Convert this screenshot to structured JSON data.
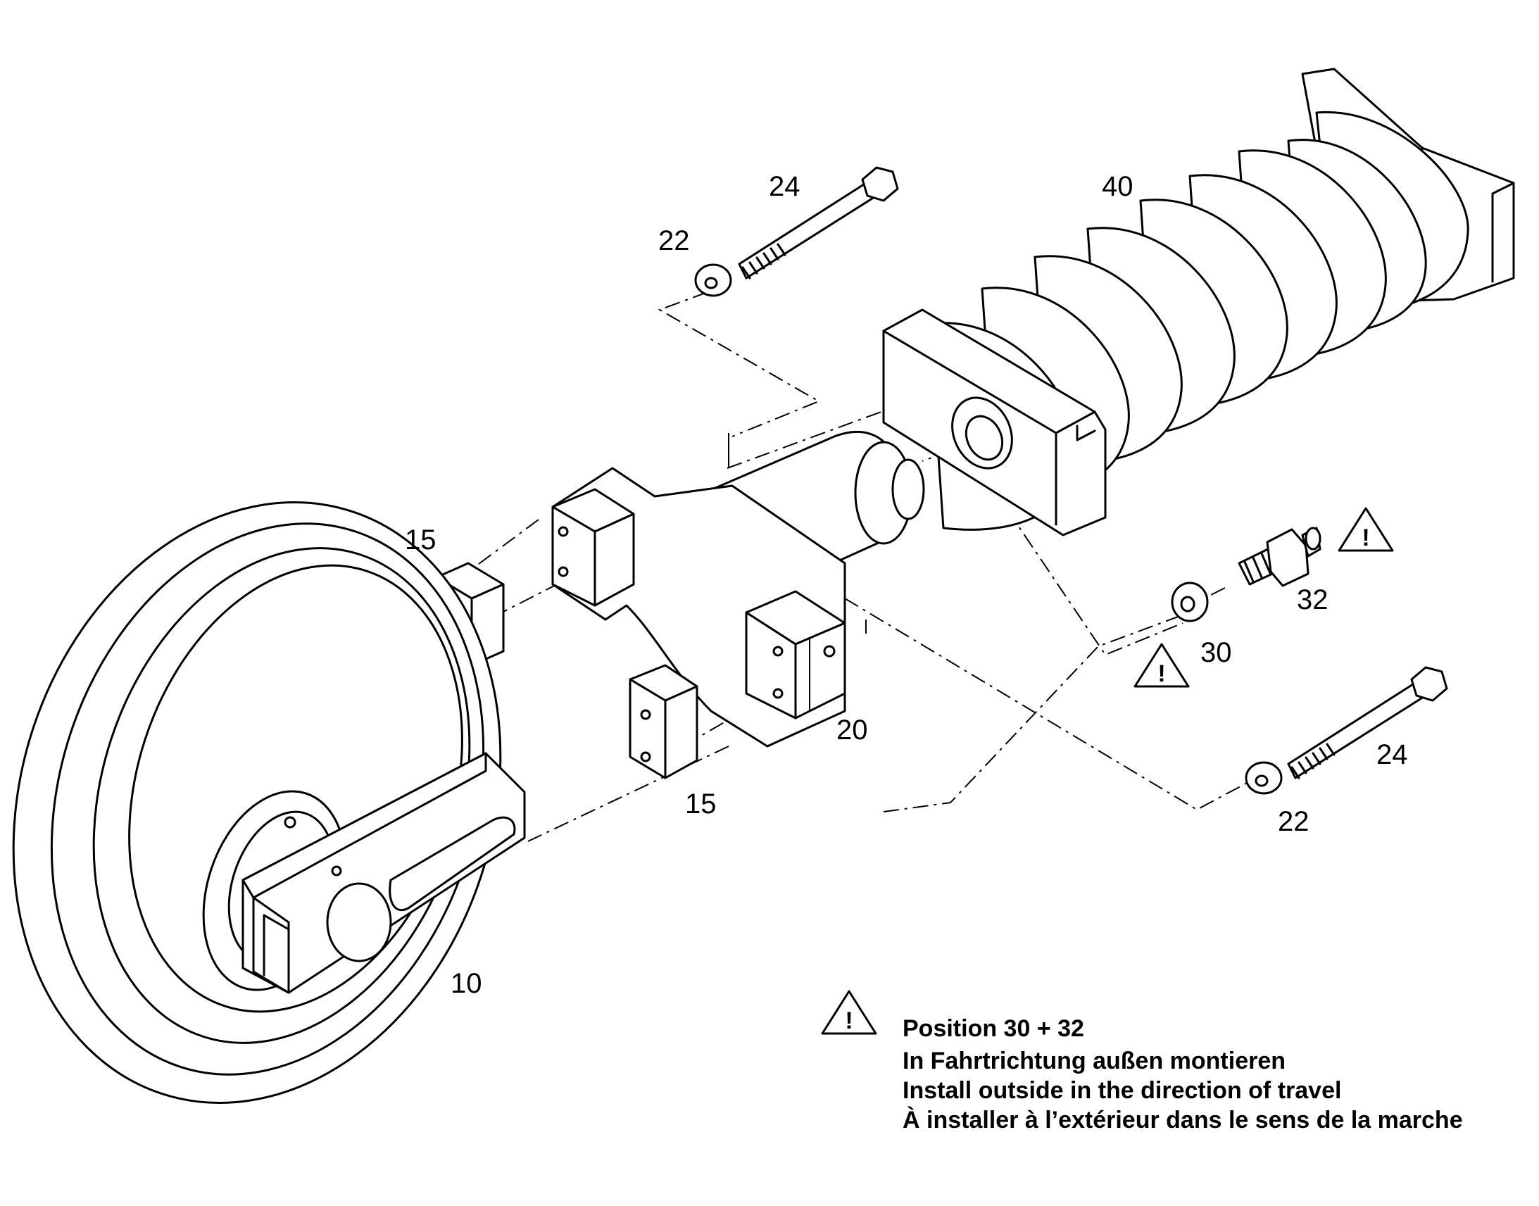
{
  "callouts": {
    "p40": "40",
    "p24_top": "24",
    "p22_top": "22",
    "p15_top": "15",
    "p15_bottom": "15",
    "p20": "20",
    "p10": "10",
    "p32": "32",
    "p30": "30",
    "p24_bottom": "24",
    "p22_bottom": "22"
  },
  "note": {
    "heading": "Position 30 + 32",
    "line_de": "In Fahrtrichtung außen montieren",
    "line_en": "Install outside in the direction of travel",
    "line_fr": "À installer à l’extérieur dans le sens de la marche"
  },
  "warning_symbol": "!"
}
